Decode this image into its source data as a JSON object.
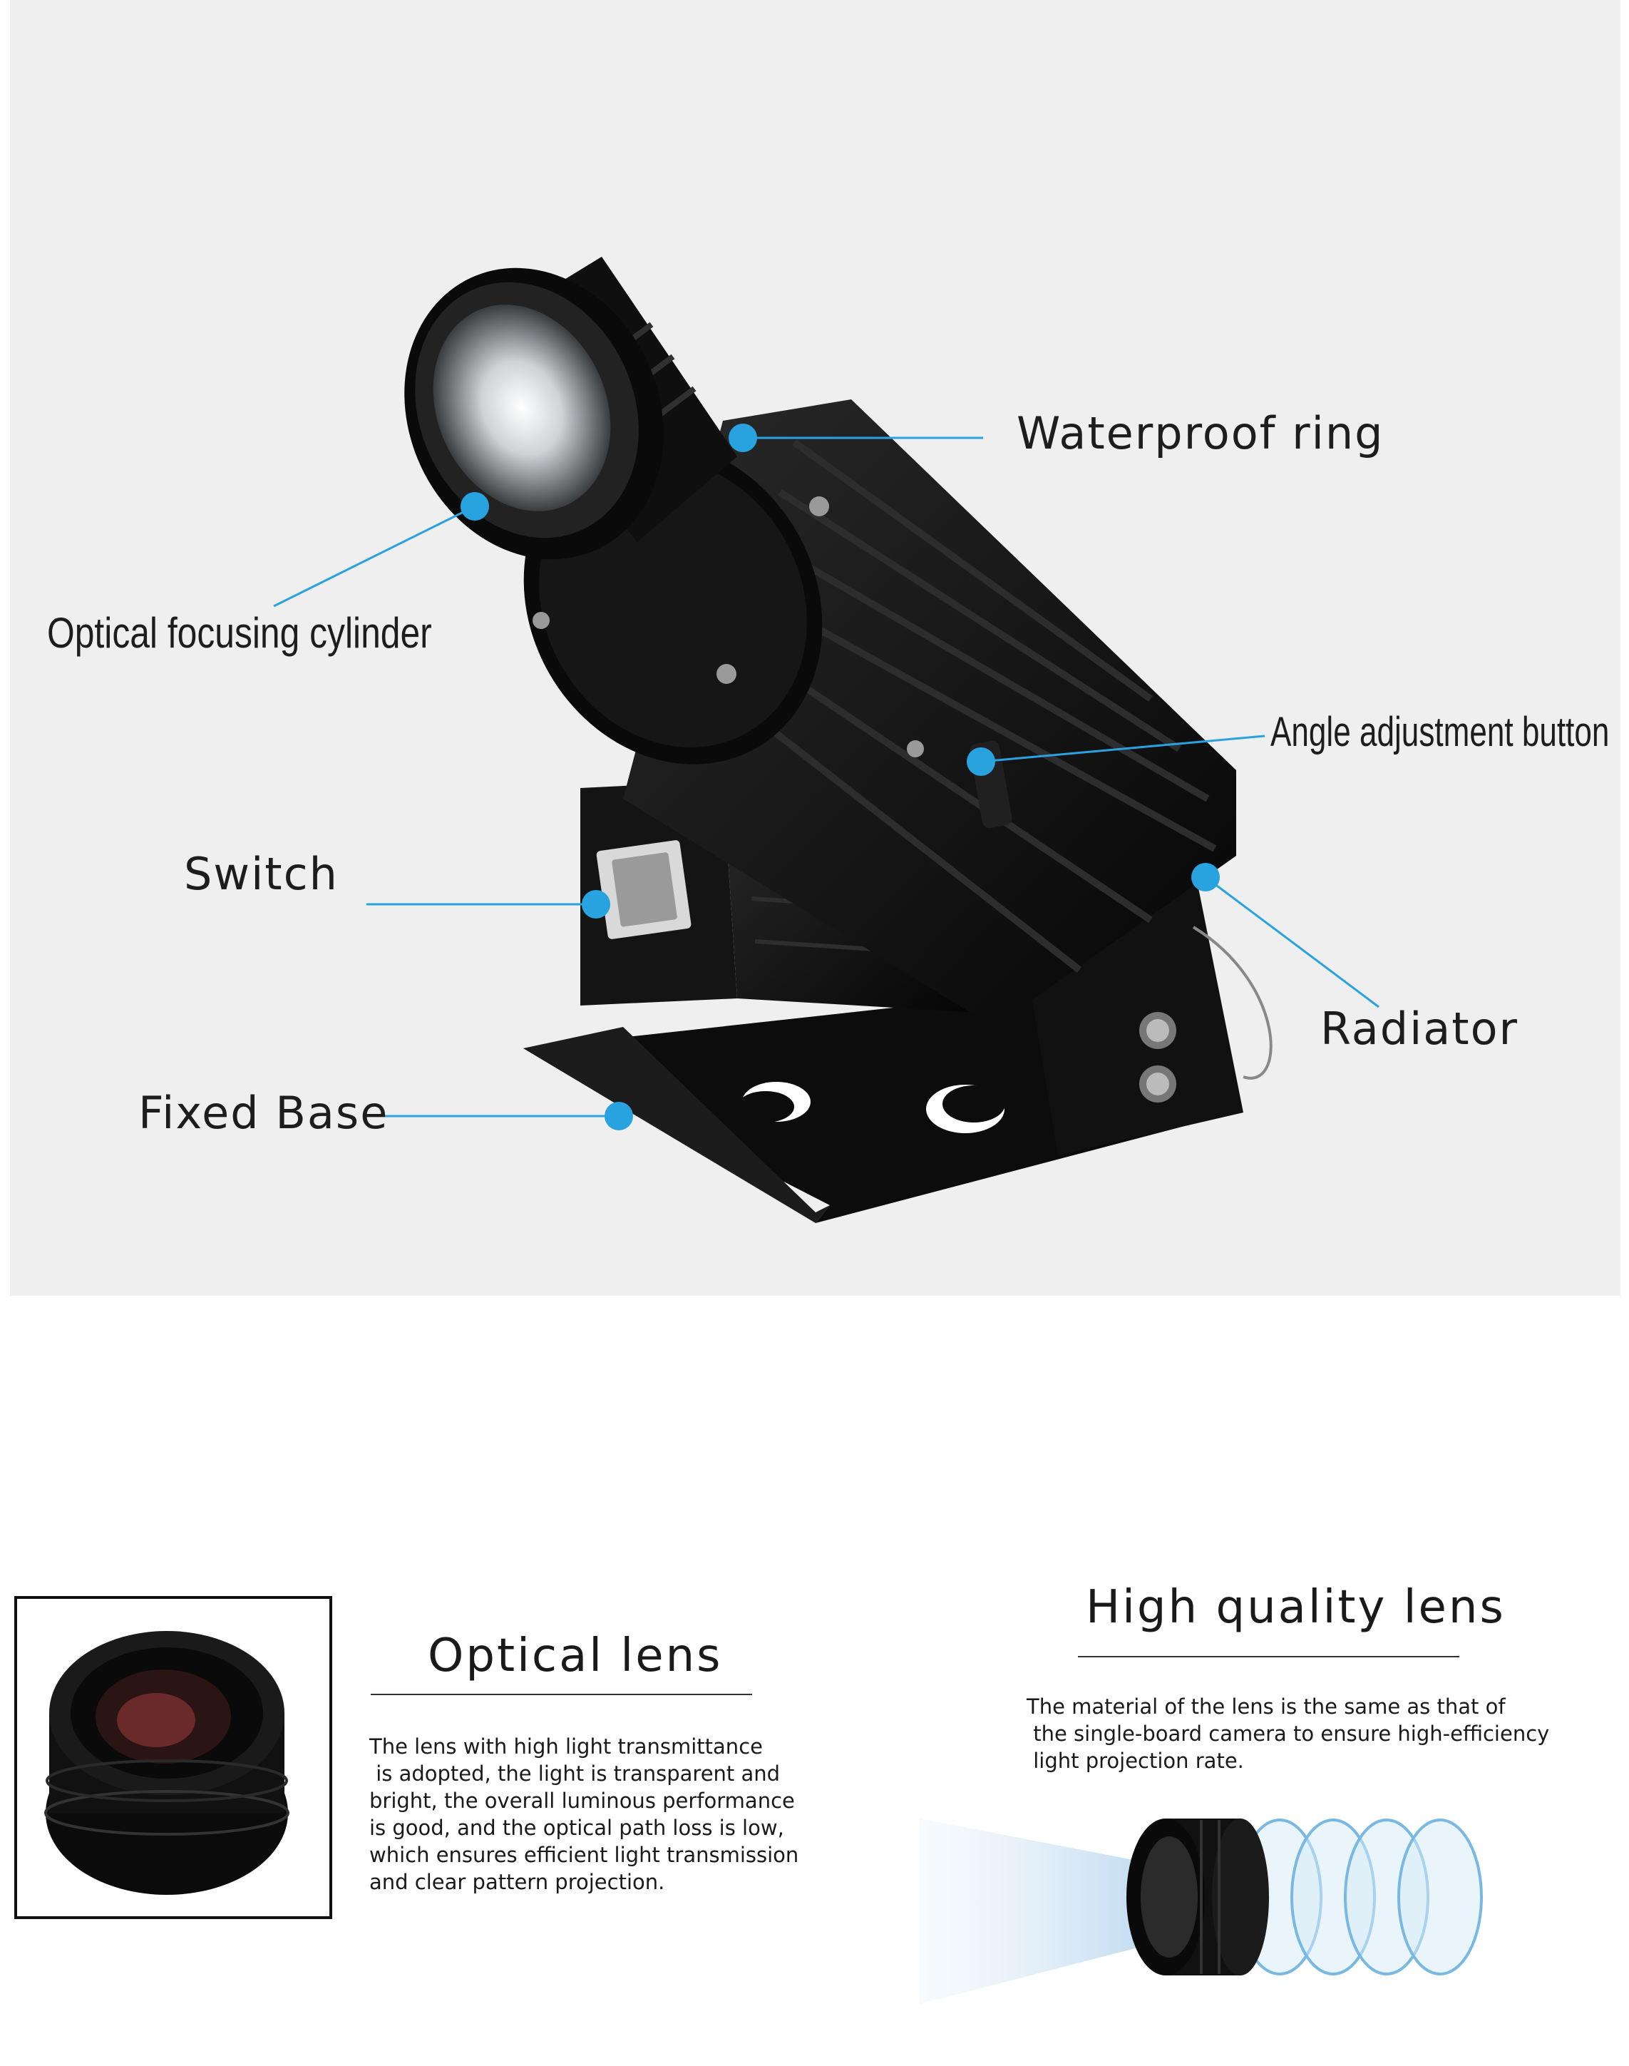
{
  "diagram": {
    "labels": {
      "waterproof_ring": "Waterproof ring",
      "optical_focusing_cylinder": "Optical focusing cylinder",
      "angle_adjustment_button": "Angle adjustment button",
      "switch": "Switch",
      "radiator": "Radiator",
      "fixed_base": "Fixed Base"
    },
    "callout_color": "#29a3e0"
  },
  "optical_lens": {
    "title": "Optical lens",
    "description": "The lens with high light transmittance\n is adopted, the light is transparent and\nbright, the overall luminous performance\nis good, and the optical path loss is low,\nwhich ensures efficient light transmission\nand clear pattern projection."
  },
  "high_quality_lens": {
    "title": "High quality lens",
    "description": "The material of the lens is the same as that of\n the single-board camera to ensure high-efficiency\n light projection rate."
  }
}
